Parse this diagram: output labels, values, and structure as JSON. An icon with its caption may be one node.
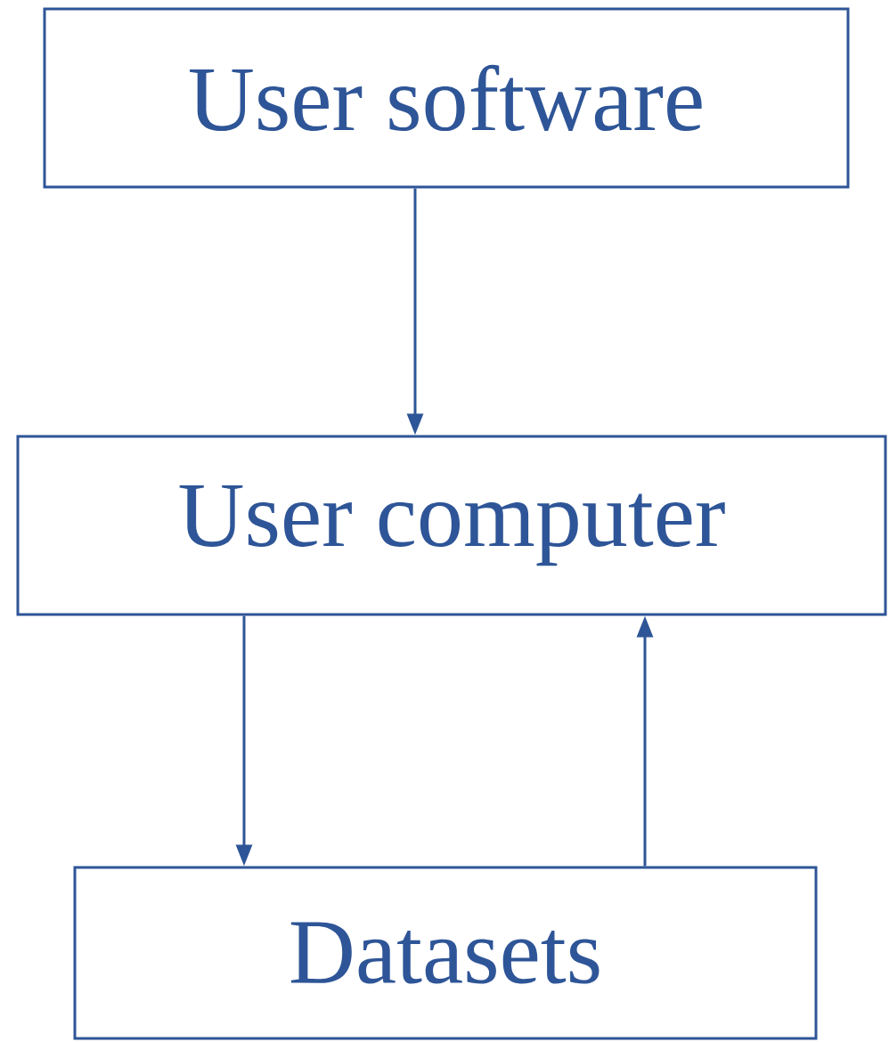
{
  "diagram": {
    "nodes": [
      {
        "text": [
          "User software"
        ]
      },
      {
        "text": [
          "User computer"
        ]
      },
      {
        "text": [
          "Datasets"
        ]
      }
    ],
    "edges": [
      {
        "from": 0,
        "to": 1,
        "arrow": "to"
      },
      {
        "from": 1,
        "to": 2,
        "arrow": "to"
      },
      {
        "from": 2,
        "to": 1,
        "arrow": "to"
      }
    ]
  }
}
